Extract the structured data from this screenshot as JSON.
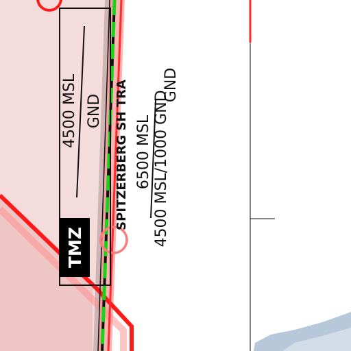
{
  "map": {
    "colors": {
      "airspace_fill": "#f3d9d9",
      "airspace_border": "#ff1a1a",
      "airspace_border_soft": "#ff8080",
      "dashed_line": "#18d418",
      "water": "#b5c7d9",
      "background": "#ffffff"
    },
    "tmz_box": {
      "upper_limit": "4500 MSL",
      "lower_limit": "GND",
      "badge": "TMZ"
    },
    "tra": {
      "name": "SPITZERBERG SH TRA",
      "upper_limit": "6500 MSL",
      "lower_limit": "4500 MSL/1000 GND"
    },
    "extra_limit": {
      "value": "GND"
    }
  }
}
